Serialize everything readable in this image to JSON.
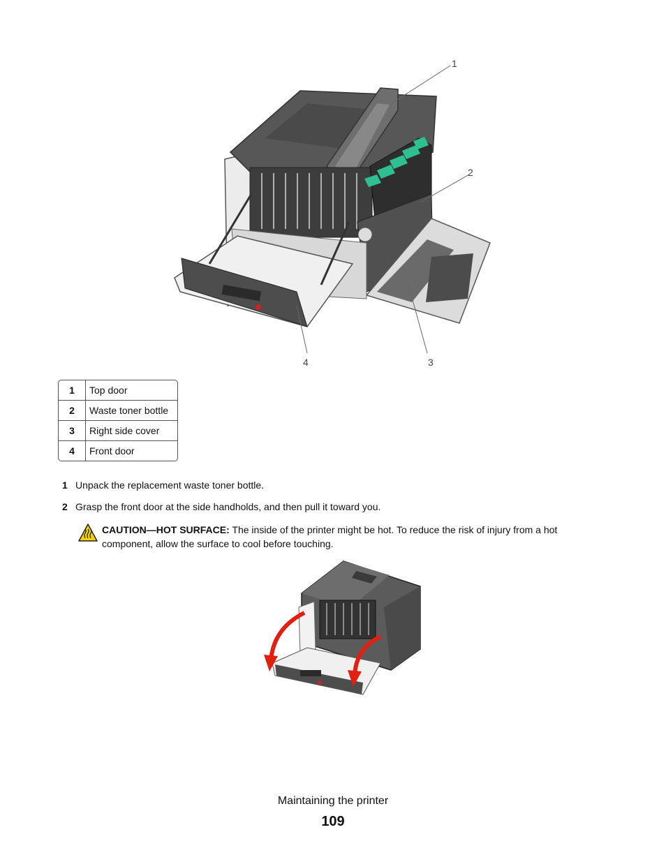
{
  "figure1": {
    "callouts": [
      "1",
      "2",
      "3",
      "4"
    ]
  },
  "legend": [
    {
      "num": "1",
      "label": "Top door"
    },
    {
      "num": "2",
      "label": "Waste toner bottle"
    },
    {
      "num": "3",
      "label": "Right side cover"
    },
    {
      "num": "4",
      "label": "Front door"
    }
  ],
  "steps": [
    {
      "num": "1",
      "text": "Unpack the replacement waste toner bottle."
    },
    {
      "num": "2",
      "text": "Grasp the front door at the side handholds, and then pull it toward you."
    }
  ],
  "caution": {
    "title": "CAUTION—HOT SURFACE:",
    "text": "The inside of the printer might be hot. To reduce the risk of injury from a hot component, allow the surface to cool before touching.",
    "icon": "hot-surface-warning-icon",
    "icon_color": "#f5d300"
  },
  "footer": {
    "title": "Maintaining the printer",
    "page": "109"
  },
  "colors": {
    "printer_body": "#5a5a5a",
    "printer_light": "#e6e6e6",
    "toner_accent": "#2fbf93",
    "arrow_red": "#e02010"
  }
}
